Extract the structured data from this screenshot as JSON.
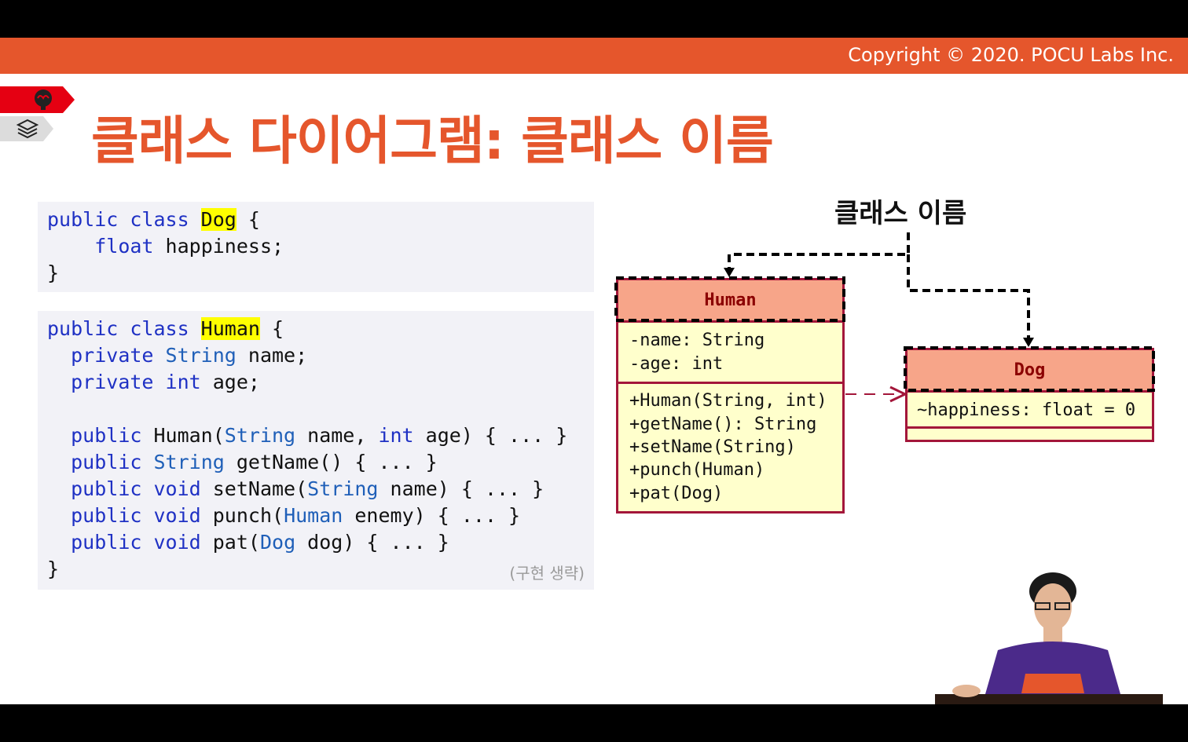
{
  "copyright": "Copyright © 2020. POCU Labs Inc.",
  "title": "클래스 다이어그램: 클래스 이름",
  "nav_icons": {
    "top": "brain-icon",
    "bottom": "layers-icon"
  },
  "code_dog": {
    "l1": {
      "a": "public class ",
      "b": "Dog",
      "c": " {"
    },
    "l2": {
      "a": "    ",
      "b": "float",
      "c": " happiness;"
    },
    "l3": "}"
  },
  "code_human": {
    "l1": {
      "a": "public class ",
      "b": "Human",
      "c": " {"
    },
    "l2": {
      "a": "  ",
      "b": "private",
      "c": " ",
      "d": "String",
      "e": " name;"
    },
    "l3": {
      "a": "  ",
      "b": "private",
      "c": " ",
      "d": "int",
      "e": " age;"
    },
    "l4": {
      "a": "  ",
      "b": "public",
      "c": " Human(",
      "d": "String",
      "e": " name, ",
      "f": "int",
      "g": " age) { ... }"
    },
    "l5": {
      "a": "  ",
      "b": "public",
      "c": " ",
      "d": "String",
      "e": " getName() { ... }"
    },
    "l6": {
      "a": "  ",
      "b": "public",
      "c": " ",
      "d": "void",
      "e": " setName(",
      "f": "String",
      "g": " name) { ... }"
    },
    "l7": {
      "a": "  ",
      "b": "public",
      "c": " ",
      "d": "void",
      "e": " punch(",
      "f": "Human",
      "g": " enemy) { ... }"
    },
    "l8": {
      "a": "  ",
      "b": "public",
      "c": " ",
      "d": "void",
      "e": " pat(",
      "f": "Dog",
      "g": " dog) { ... }"
    },
    "l9": "}",
    "note": "(구현 생략)"
  },
  "diagram_label": "클래스 이름",
  "human_class": {
    "name": "Human",
    "attributes": [
      "-name: String",
      "-age: int"
    ],
    "operations": [
      "+Human(String, int)",
      "+getName(): String",
      "+setName(String)",
      "+punch(Human)",
      "+pat(Dog)"
    ]
  },
  "dog_class": {
    "name": "Dog",
    "attributes": [
      "~happiness: float = 0"
    ]
  },
  "colors": {
    "accent": "#e5562c",
    "uml_border": "#a3163a",
    "uml_header": "#f7a589",
    "uml_body": "#ffffcc",
    "highlight": "#ffff00",
    "keyword": "#1f31c4"
  }
}
